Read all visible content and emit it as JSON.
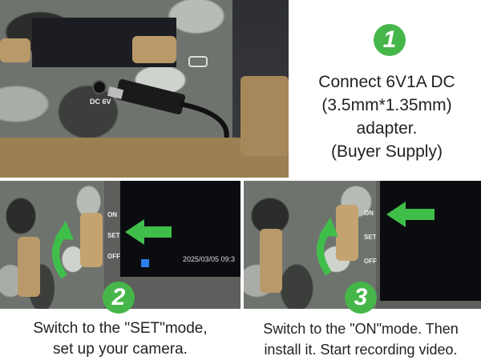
{
  "step1": {
    "badge": "1",
    "line1": "Connect 6V1A DC",
    "line2": "(3.5mm*1.35mm)",
    "line3": "adapter.",
    "line4": "(Buyer Supply)",
    "port_label": "DC 6V"
  },
  "step2": {
    "badge": "2",
    "line1": "Switch to the \"SET\"mode,",
    "line2": "set up your camera.",
    "switch_labels": [
      "ON",
      "SET",
      "OFF"
    ],
    "screen_date": "2025/03/05 09:3"
  },
  "step3": {
    "badge": "3",
    "line1": "Switch to the \"ON\"mode. Then",
    "line2": "install it. Start recording video.",
    "switch_labels": [
      "ON",
      "SET",
      "OFF"
    ]
  },
  "colors": {
    "badge": "#46b64a",
    "tan": "#b9996a",
    "arrow": "#3fbf4a"
  }
}
